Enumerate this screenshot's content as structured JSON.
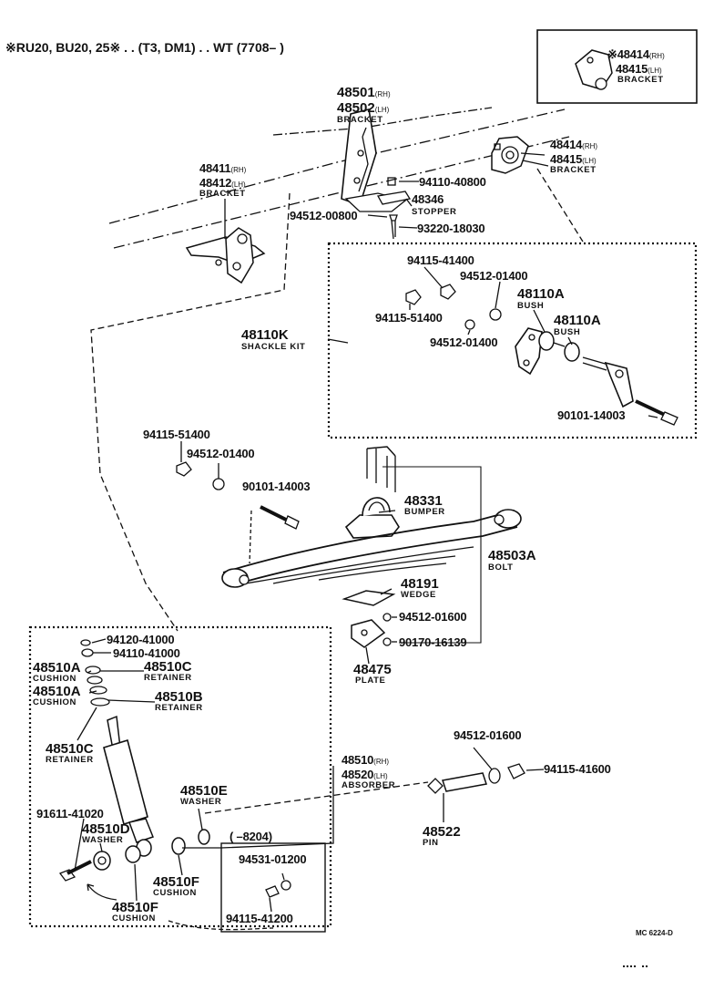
{
  "header": {
    "applicability": "※RU20, BU20, 25※ . . (T3, DM1) . . WT (7708–      )"
  },
  "labels": {
    "b48414_inset": {
      "num": "※48414",
      "side": "(RH)"
    },
    "b48415_inset": {
      "num": "48415",
      "side": "(LH)"
    },
    "bracket_inset": "BRACKET",
    "b48501": {
      "num": "48501",
      "side": "(RH)"
    },
    "b48502": {
      "num": "48502",
      "side": "(LH)"
    },
    "bracket_48501": "BRACKET",
    "b48414": {
      "num": "48414",
      "side": "(RH)"
    },
    "b48415": {
      "num": "48415",
      "side": "(LH)"
    },
    "bracket_48414": "BRACKET",
    "b48411": {
      "num": "48411",
      "side": "(RH)"
    },
    "b48412": {
      "num": "48412",
      "side": "(LH)"
    },
    "bracket_48411": "BRACKET",
    "p94110_40800": "94110-40800",
    "p48346": "48346",
    "stopper": "STOPPER",
    "p94512_00800": "94512-00800",
    "p93220_18030": "93220-18030",
    "p94115_41400": "94115-41400",
    "p94512_01400_a": "94512-01400",
    "p48110a_1": "48110A",
    "bush_1": "BUSH",
    "p48110a_2": "48110A",
    "bush_2": "BUSH",
    "p94115_51400_a": "94115-51400",
    "p94512_01400_b": "94512-01400",
    "p48110k": "48110K",
    "shackle_kit": "SHACKLE KIT",
    "p90101_14003_a": "90101-14003",
    "p94115_51400_b": "94115-51400",
    "p94512_01400_c": "94512-01400",
    "p90101_14003_b": "90101-14003",
    "p48331": "48331",
    "bumper": "BUMPER",
    "p48503a": "48503A",
    "bolt": "BOLT",
    "p48191": "48191",
    "wedge": "WEDGE",
    "p94512_01600_a": "94512-01600",
    "p90170_16139": "90170-16139",
    "p48475": "48475",
    "plate": "PLATE",
    "p94120_41000": "94120-41000",
    "p94110_41000": "94110-41000",
    "p48510a_1": "48510A",
    "cushion_1": "CUSHION",
    "p48510c_1": "48510C",
    "retainer_1": "RETAINER",
    "p48510a_2": "48510A",
    "cushion_2": "CUSHION",
    "p48510b": "48510B",
    "retainer_2": "RETAINER",
    "p48510c_2": "48510C",
    "retainer_3": "RETAINER",
    "p48510": {
      "num": "48510",
      "side": "(RH)"
    },
    "p48520": {
      "num": "48520",
      "side": "(LH)"
    },
    "absorber": "ABSORBER",
    "p94512_01600_b": "94512-01600",
    "p94115_41600": "94115-41600",
    "p48510e": "48510E",
    "washer_1": "WASHER",
    "p91611_41020": "91611-41020",
    "p48510d": "48510D",
    "washer_2": "WASHER",
    "range_8204": "(     –8204)",
    "p94531_01200": "94531-01200",
    "p94115_41200": "94115-41200",
    "p48510f_1": "48510F",
    "cushion_3": "CUSHION",
    "p48510f_2": "48510F",
    "cushion_4": "CUSHION",
    "p48522": "48522",
    "pin": "PIN",
    "catalog_code": "MC 6224-D"
  }
}
